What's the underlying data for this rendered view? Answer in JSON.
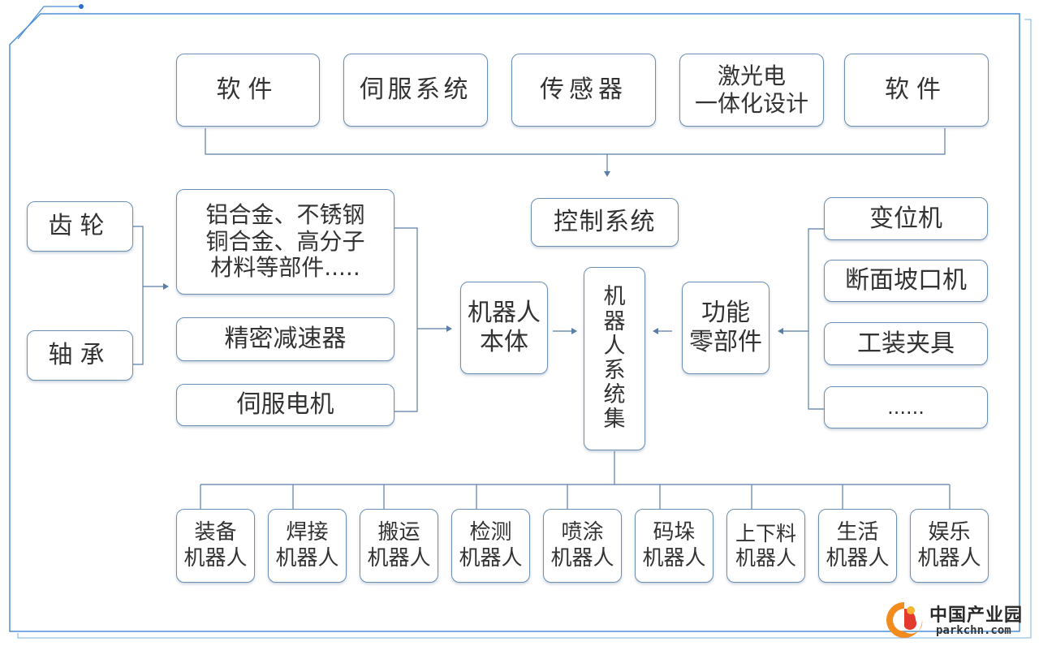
{
  "top_row": [
    "软件",
    "伺服系统",
    "传感器",
    "激光电\n一体化设计",
    "软件"
  ],
  "control_system": "控制系统",
  "left_inputs": [
    "齿轮",
    "轴承"
  ],
  "materials": "铝合金、不锈钢\n铜合金、高分子\n材料等部件.....",
  "reducer": "精密减速器",
  "servo_motor": "伺服电机",
  "robot_body": "机器人\n本体",
  "integration": "机\n器\n人\n系\n统\n集",
  "functional_parts": "功能\n零部件",
  "right_items": [
    "变位机",
    "断面坡口机",
    "工装夹具",
    "......"
  ],
  "robot_types": [
    "装备\n机器人",
    "焊接\n机器人",
    "搬运\n机器人",
    "检测\n机器人",
    "喷涂\n机器人",
    "码垛\n机器人",
    "上下料\n机器人",
    "生活\n机器人",
    "娱乐\n机器人"
  ],
  "logo": {
    "cn": "中国产业园",
    "en": "parkchn.com"
  },
  "colors": {
    "box_border": "#6c8fb4",
    "line": "#5a7ea6",
    "frame": "#4c8fd6"
  }
}
